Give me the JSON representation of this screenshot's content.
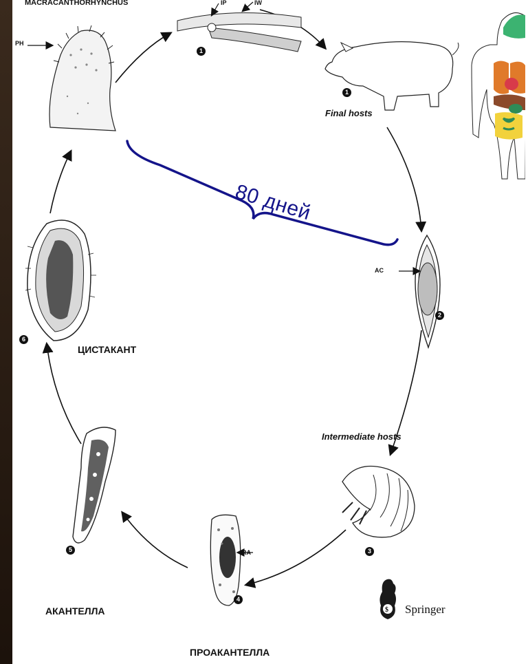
{
  "title": "MACRACANTHORHYNCHUS",
  "labels": {
    "ph": "PH",
    "ip": "IP",
    "iw": "IW",
    "ac": "AC",
    "ra": "RA"
  },
  "hosts": {
    "final": "Final hosts",
    "intermediate": "Intermediate hosts"
  },
  "duration_label": "80 дней",
  "stages": {
    "cystacanth": "ЦИСТАКАНТ",
    "acanthella": "АКАНТЕЛЛА",
    "proacanthella": "ПРОАКАНТЕЛЛА"
  },
  "step_numbers": [
    "1",
    "1",
    "2",
    "3",
    "4",
    "5",
    "6"
  ],
  "publisher": "Springer",
  "colors": {
    "brace": "#14148a",
    "frame": "#2a1a10",
    "organ_brain": "#3cb371",
    "organ_lungs": "#e07a2a",
    "organ_heart": "#d83a4a",
    "organ_liver": "#8b4a2b",
    "organ_intestine": "#f2d23c",
    "organ_stomach": "#2e8b57"
  }
}
